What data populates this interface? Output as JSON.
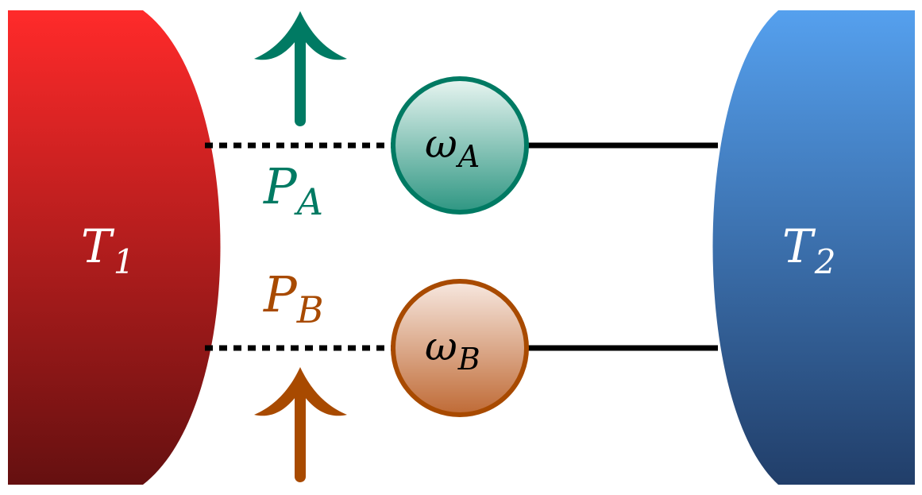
{
  "reservoir_left": {
    "symbol": "T",
    "subscript": "1",
    "color_top": "#FF2A2A",
    "color_bottom": "#651010"
  },
  "reservoir_right": {
    "symbol": "T",
    "subscript": "2",
    "color_top": "#55A0EE",
    "color_bottom": "#213E69"
  },
  "oscillator_a": {
    "symbol": "ω",
    "subscript": "A",
    "color": "#007A63",
    "fill_top": "#E8F5F1",
    "fill_bottom": "#2E9682"
  },
  "oscillator_b": {
    "symbol": "ω",
    "subscript": "B",
    "color": "#A84A00",
    "fill_top": "#F7E8E0",
    "fill_bottom": "#BF6A35"
  },
  "power_a": {
    "symbol": "P",
    "subscript": "A",
    "color": "#007A63",
    "arrow_direction": "up"
  },
  "power_b": {
    "symbol": "P",
    "subscript": "B",
    "color": "#A84A00",
    "arrow_direction": "up"
  },
  "link_color": "#000000",
  "label_text_color": "#ffffff"
}
